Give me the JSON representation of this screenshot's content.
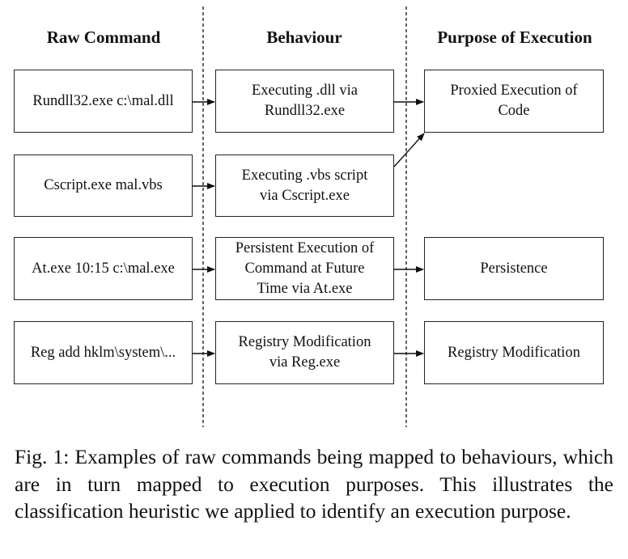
{
  "headers": {
    "raw": "Raw Command",
    "behaviour": "Behaviour",
    "purpose": "Purpose of Execution"
  },
  "raw_commands": [
    "Rundll32.exe c:\\mal.dll",
    "Cscript.exe mal.vbs",
    "At.exe 10:15 c:\\mal.exe",
    "Reg add hklm\\system\\..."
  ],
  "behaviours": [
    [
      "Executing .dll via",
      "Rundll32.exe"
    ],
    [
      "Executing .vbs script",
      "via Cscript.exe"
    ],
    [
      "Persistent Execution of",
      "Command at Future",
      "Time via At.exe"
    ],
    [
      "Registry Modification",
      "via Reg.exe"
    ]
  ],
  "purposes": [
    [
      "Proxied Execution of",
      "Code"
    ],
    [
      "Persistence"
    ],
    [
      "Registry Modification"
    ]
  ],
  "caption": "Fig. 1: Examples of raw commands being mapped to behaviours, which are in turn mapped to execution purposes. This illustrates the classification heuristic we applied to identify an execution purpose."
}
